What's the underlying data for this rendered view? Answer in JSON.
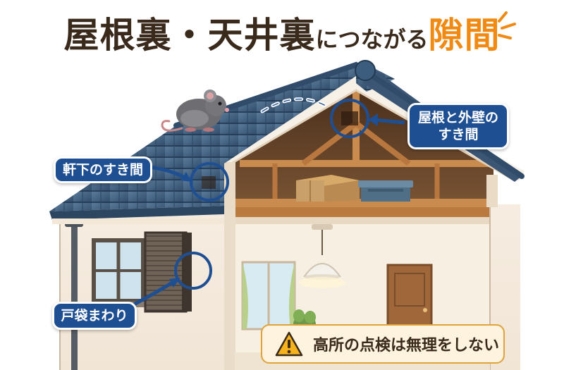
{
  "title": {
    "part1": "屋根裏・天井裏",
    "part2": "につながる",
    "part3": "隙間"
  },
  "callouts": {
    "roof_wall_gap": {
      "line1": "屋根と外壁の",
      "line2": "すき間"
    },
    "eaves_gap": {
      "label": "軒下のすき間"
    },
    "shutter_box": {
      "label": "戸袋まわり"
    }
  },
  "warning": {
    "icon": "warning-triangle-icon",
    "text": "高所の点検は無理をしない"
  },
  "colors": {
    "title_text": "#3a2a1c",
    "title_accent": "#f08a13",
    "callout_bg": "#1f4f93",
    "marker_circle": "#1f4f93",
    "warning_border": "#e0a23a",
    "warning_bg": "#fdf3df",
    "roof_tile": "#3f5f7f"
  },
  "illustration": {
    "subject": "house-cross-section",
    "elements": [
      "mouse-icon",
      "roof-tiles",
      "attic-boxes",
      "pendant-lamp",
      "shutter-box",
      "window",
      "door"
    ]
  }
}
